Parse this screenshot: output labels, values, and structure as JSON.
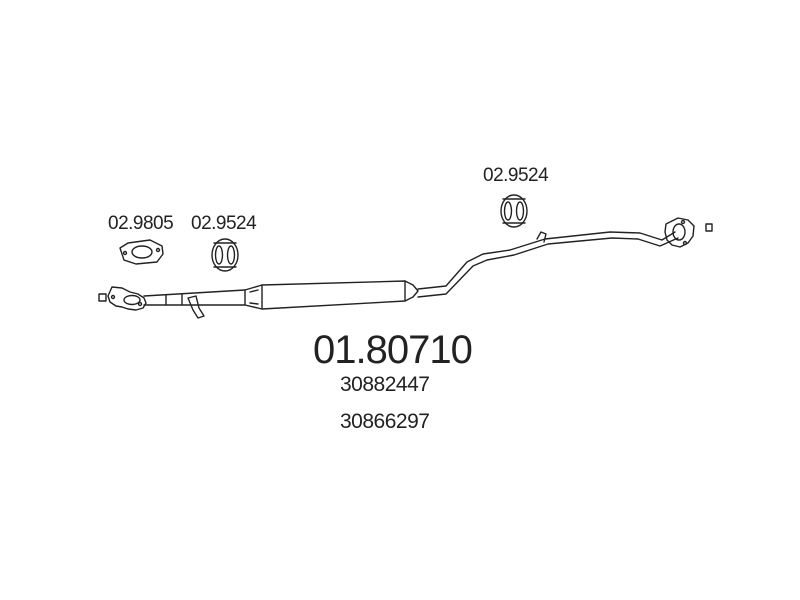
{
  "parts": {
    "gasket_front": "02.9805",
    "hanger_front": "02.9524",
    "hanger_rear": "02.9524"
  },
  "main_part_number": "01.80710",
  "oem_numbers": [
    "30882447",
    "30866297"
  ],
  "colors": {
    "line": "#222222",
    "fill": "#ffffff",
    "text": "#222222"
  }
}
